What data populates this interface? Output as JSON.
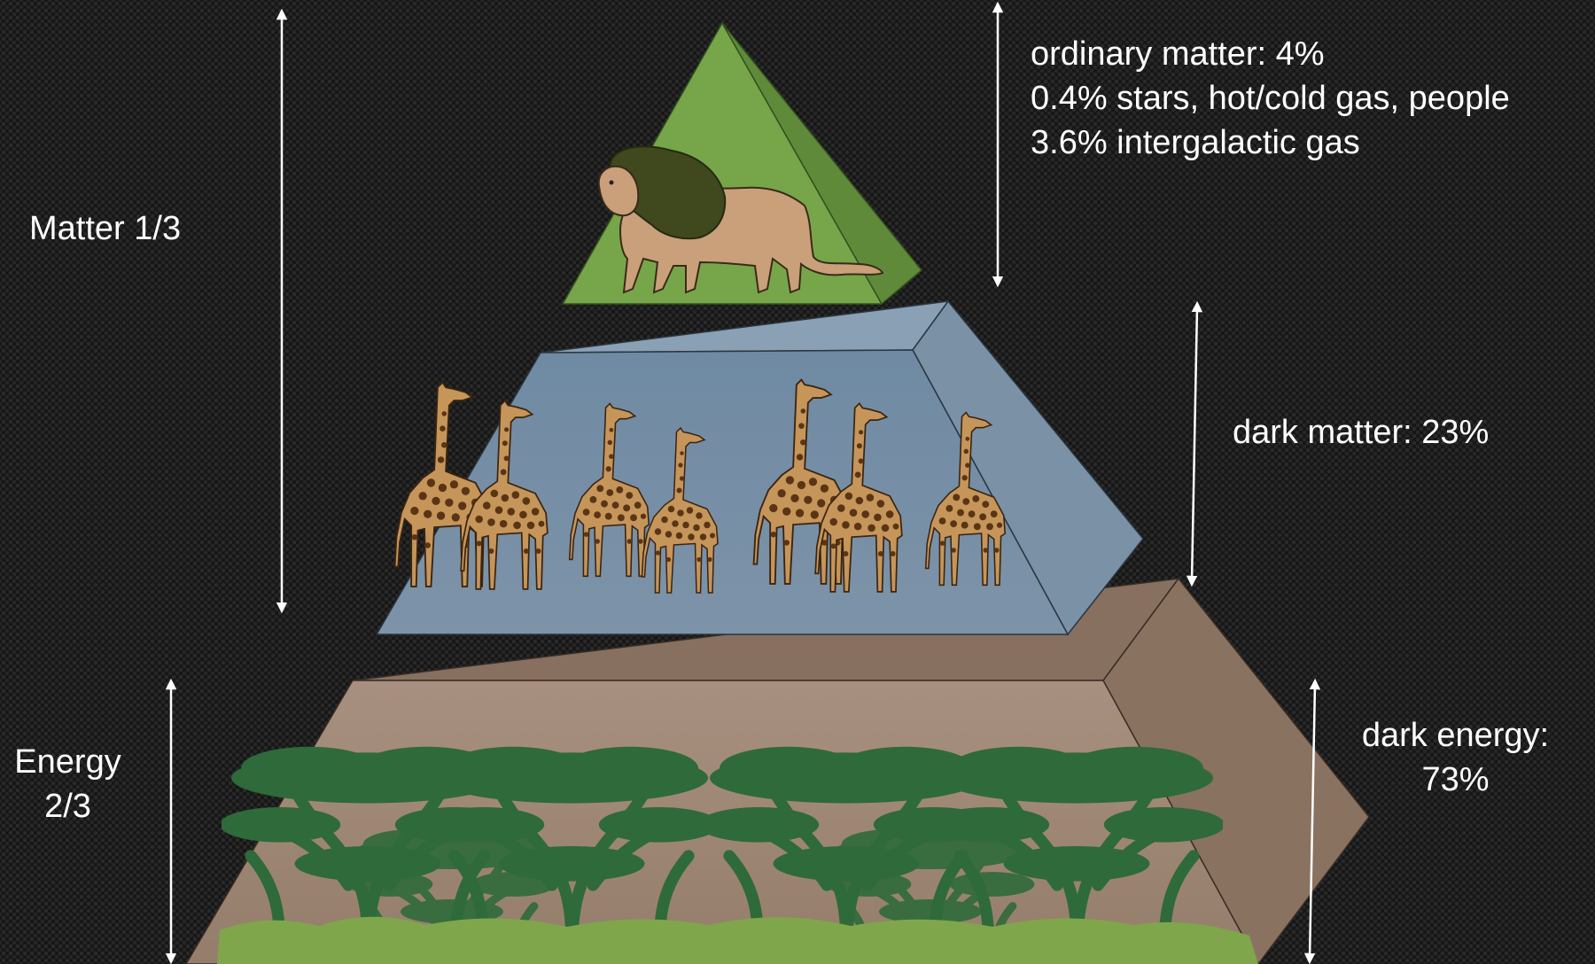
{
  "labels": {
    "matter": "Matter 1/3",
    "energy_line1": "Energy",
    "energy_line2": "2/3",
    "ordinary_line1": "ordinary matter: 4%",
    "ordinary_line2": "0.4% stars, hot/cold gas, people",
    "ordinary_line3": "3.6% intergalactic gas",
    "dark_matter": "dark matter: 23%",
    "dark_energy_line1": "dark energy:",
    "dark_energy_line2": "73%"
  },
  "tiers": [
    {
      "name": "ordinary-matter",
      "share_percent": 4,
      "animal": "lion",
      "color": "#79a94a"
    },
    {
      "name": "dark-matter",
      "share_percent": 23,
      "animal": "giraffe",
      "count": 7,
      "color": "#8aa0b3"
    },
    {
      "name": "dark-energy",
      "share_percent": 73,
      "fill": "acacia trees",
      "color": "#9c8470"
    }
  ],
  "colors": {
    "background": "#151515",
    "text": "#ffffff",
    "arrow": "#ffffff",
    "tree": "#2f6a3a",
    "grass": "#7fa64a"
  }
}
